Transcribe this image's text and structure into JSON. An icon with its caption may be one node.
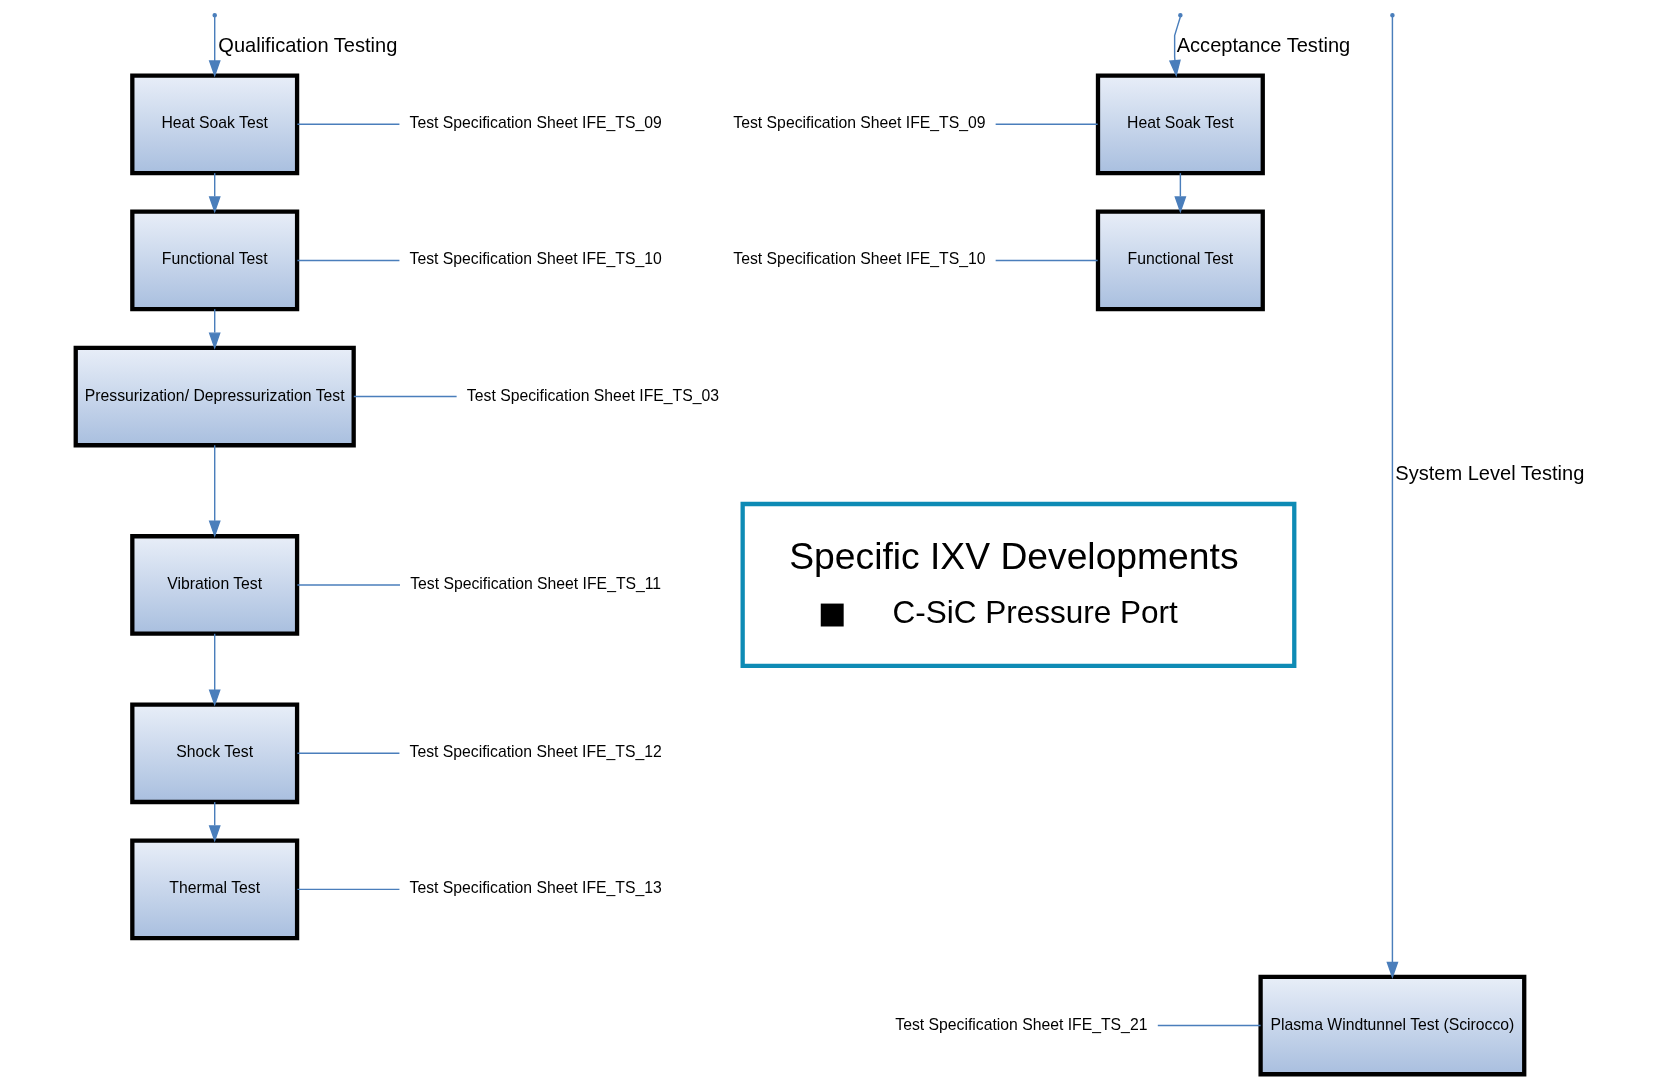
{
  "diagram": {
    "nodes": [
      {
        "text": [
          "Heat Soak Test"
        ]
      },
      {
        "text": [
          "Test Specification Sheet IFE_TS_09"
        ]
      },
      {
        "text": [
          "Functional Test"
        ]
      },
      {
        "text": [
          "Test Specification Sheet IFE_TS_10"
        ]
      },
      {
        "text": [
          "Pressurization/ Depressurization Test"
        ]
      },
      {
        "text": [
          "Test Specification Sheet IFE_TS_03"
        ]
      },
      {
        "text": [
          "Vibration Test"
        ]
      },
      {
        "text": [
          "Test Specification Sheet IFE_TS_11"
        ]
      },
      {
        "text": [
          "Shock Test"
        ]
      },
      {
        "text": [
          "Test Specification Sheet IFE_TS_12"
        ]
      },
      {
        "text": [
          "Thermal Test"
        ]
      },
      {
        "text": [
          "Test Specification Sheet IFE_TS_13"
        ]
      },
      {
        "text": [
          "Test Specification Sheet IFE_TS_09"
        ]
      },
      {
        "text": [
          "Heat Soak Test"
        ]
      },
      {
        "text": [
          "Test Specification Sheet IFE_TS_10"
        ]
      },
      {
        "text": [
          "Functional Test"
        ]
      },
      {
        "text": [
          "Specific IXV Developments",
          "C-SiC Pressure Port"
        ]
      },
      {
        "text": [
          "Test Specification Sheet IFE_TS_21"
        ]
      },
      {
        "text": [
          "Plasma Windtunnel Test (Scirocco)"
        ]
      }
    ],
    "edges": [
      {
        "from": null,
        "to": 0,
        "arrow": "to",
        "label": "Qualification Testing"
      },
      {
        "from": 0,
        "to": 2,
        "arrow": "to"
      },
      {
        "from": 2,
        "to": 4,
        "arrow": "to"
      },
      {
        "from": 4,
        "to": 6,
        "arrow": "to"
      },
      {
        "from": 6,
        "to": 8,
        "arrow": "to"
      },
      {
        "from": 8,
        "to": 10,
        "arrow": "to"
      },
      {
        "from": 0,
        "to": 1,
        "arrow": "none"
      },
      {
        "from": 2,
        "to": 3,
        "arrow": "none"
      },
      {
        "from": 4,
        "to": 5,
        "arrow": "none"
      },
      {
        "from": 6,
        "to": 7,
        "arrow": "none"
      },
      {
        "from": 8,
        "to": 9,
        "arrow": "none"
      },
      {
        "from": 10,
        "to": 11,
        "arrow": "none"
      },
      {
        "from": null,
        "to": 13,
        "arrow": "to",
        "label": "Acceptance Testing"
      },
      {
        "from": 13,
        "to": 15,
        "arrow": "to"
      },
      {
        "from": 12,
        "to": 13,
        "arrow": "none"
      },
      {
        "from": 14,
        "to": 15,
        "arrow": "none"
      },
      {
        "from": null,
        "to": 18,
        "arrow": "to",
        "label": "System Level Testing"
      },
      {
        "from": 17,
        "to": 18,
        "arrow": "none"
      }
    ]
  }
}
